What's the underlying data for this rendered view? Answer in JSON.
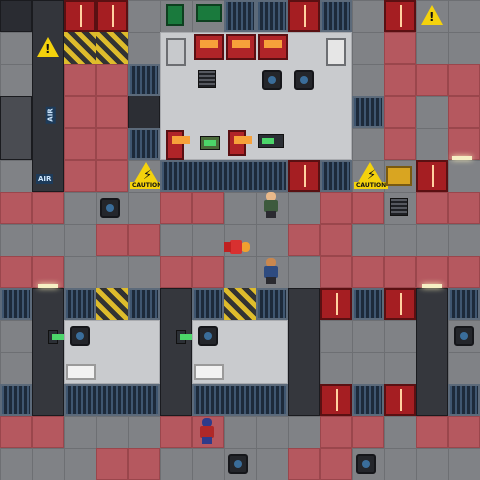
{
  "scene": {
    "caution_label": "CAUTION",
    "air_label_1": "AIR",
    "air_label_2": "AIR",
    "caution_mark": "⚡",
    "warning_mark": "!"
  },
  "colors": {
    "floor": "#808286",
    "red_floor": "#b5585f",
    "red_door": "#a51e22",
    "caution_yellow": "#f4d20c"
  },
  "icons": {
    "caution_sign": "lightning-caution-icon",
    "warning_sign": "exclamation-warning-icon",
    "vent": "air-vent-icon",
    "crew": "crew-member-icon"
  }
}
